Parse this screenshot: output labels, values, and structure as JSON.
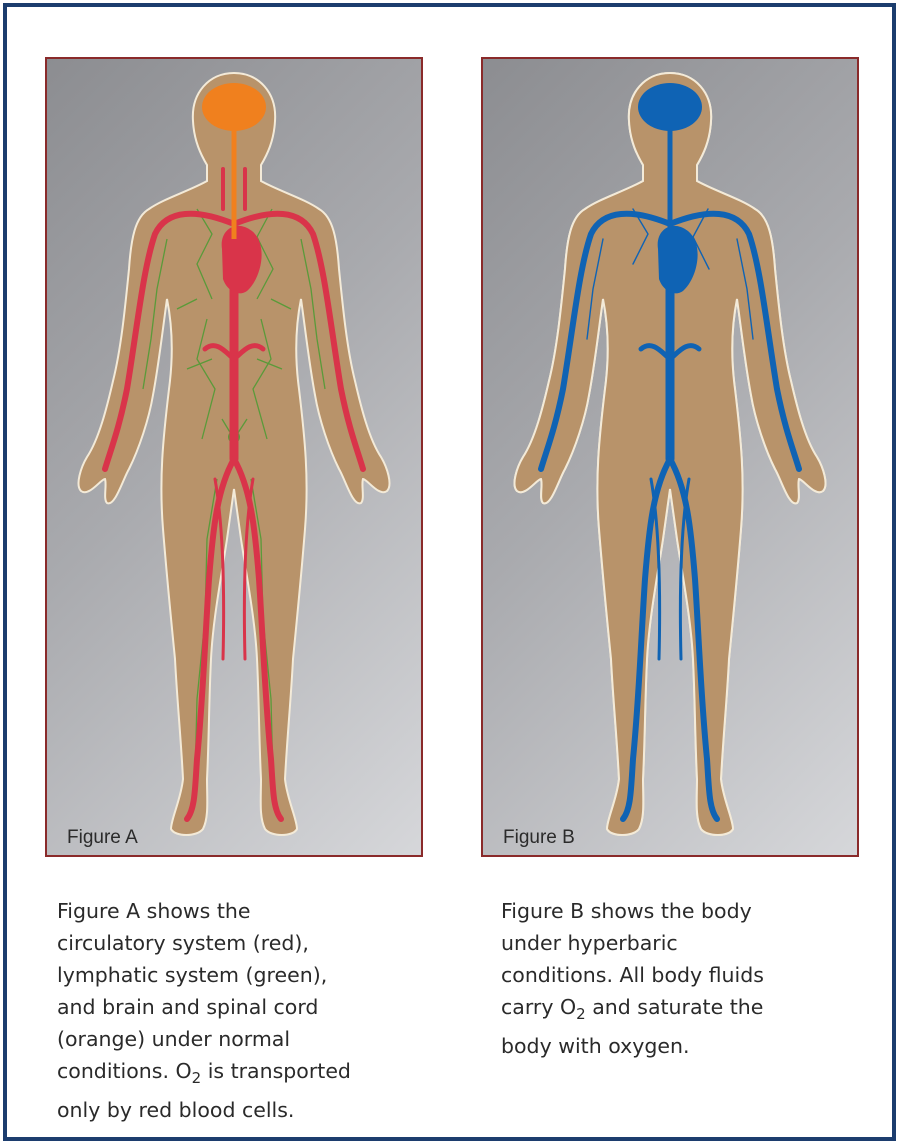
{
  "figure_a": {
    "label": "Figure A",
    "caption": {
      "line1": "Figure A shows the",
      "line2": "circulatory system (red),",
      "line3": "lymphatic system (green),",
      "line4": "and brain and spinal cord",
      "line5": "(orange) under normal",
      "line6_pre": "conditions.  O",
      "line6_sub": "2",
      "line6_post": " is transported",
      "line7": "only  by red blood cells."
    }
  },
  "figure_b": {
    "label": "Figure B",
    "caption": {
      "line1": "Figure B shows the body",
      "line2": "under hyperbaric",
      "line3": "conditions.  All  body fluids",
      "line4_pre": "carry O",
      "line4_sub": "2",
      "line4_post": " and saturate the",
      "line5": "body with oxygen."
    }
  },
  "colors": {
    "frame": "#1c3d6e",
    "panel_border": "#8a2a2a",
    "body_a": "#b8936a",
    "vessels_a": "#d9344a",
    "lymph_a": "#5a9a3a",
    "nerve_a": "#f0801e",
    "body_b": "#86d3f3",
    "vessels_b": "#0f63b4"
  }
}
